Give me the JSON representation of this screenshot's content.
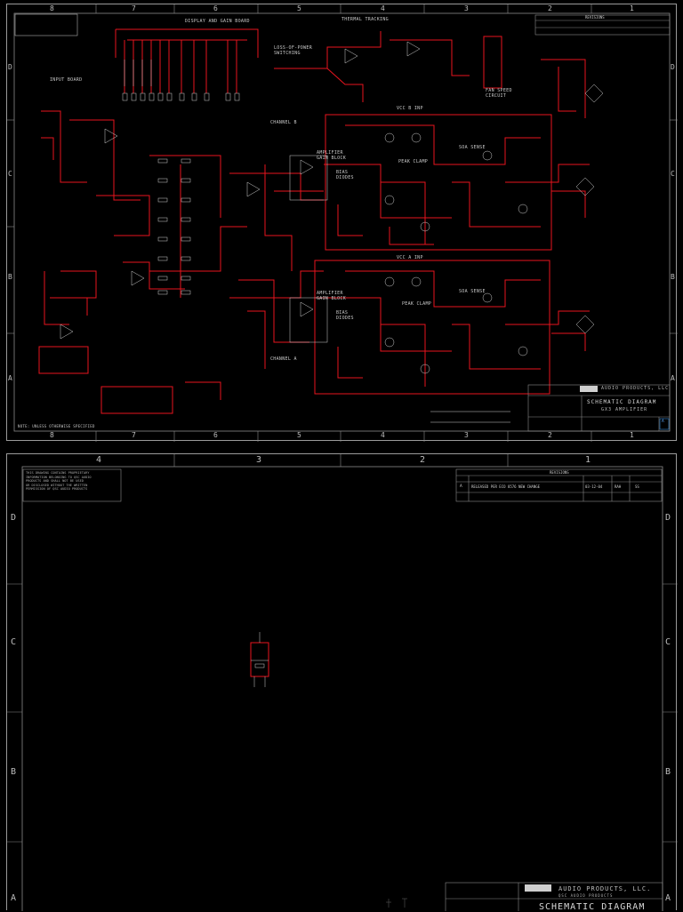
{
  "sheet1": {
    "col_labels": [
      "8",
      "7",
      "6",
      "5",
      "4",
      "3",
      "2",
      "1"
    ],
    "row_labels": [
      "D",
      "C",
      "B",
      "A"
    ],
    "sections": {
      "display_gain": "DISPLAY AND GAIN BOARD",
      "load_power": "LOSS-OF-POWER\nSWITCHING",
      "thermal": "THERMAL TRACKING",
      "input_board": "INPUT BOARD",
      "channel_b": "CHANNEL B",
      "channel_a": "CHANNEL A",
      "amp_gain_b": "AMPLIFIER\nGAIN BLOCK",
      "amp_gain_a": "AMPLIFIER\nGAIN BLOCK",
      "bias_b": "BIAS\nDIODES",
      "bias_a": "BIAS\nDIODES",
      "peak_clamp_b": "PEAK CLAMP",
      "peak_clamp_a": "PEAK CLAMP",
      "soa_b": "SOA SENSE",
      "soa_a": "SOA SENSE",
      "fan_speed": "FAN SPEED\nCIRCUIT",
      "vcc_b": "VCC B INP",
      "vcc_a": "VCC A INP",
      "footer_left": "NOTE: UNLESS OTHERWISE SPECIFIED"
    },
    "title_block": {
      "company": "AUDIO PRODUCTS, LLC",
      "title": "SCHEMATIC DIAGRAM",
      "subtitle": "GX3 AMPLIFIER",
      "rev": "A",
      "revisions_header": "REVISIONS"
    }
  },
  "sheet2": {
    "col_labels": [
      "4",
      "3",
      "2",
      "1"
    ],
    "row_labels": [
      "D",
      "C",
      "B",
      "A"
    ],
    "notes": "THIS DRAWING CONTAINS PROPRIETARY\nINFORMATION BELONGING TO QSC AUDIO\nPRODUCTS AND SHALL NOT BE USED\nOR DISCLOSED WITHOUT THE WRITTEN\nPERMISSION OF QSC AUDIO PRODUCTS",
    "revisions_header": "REVISIONS",
    "revision_row": {
      "rev": "A",
      "description": "RELEASED PER ECO 8576 NEW CHANGE",
      "date": "03-12-04",
      "by": "RAH",
      "appr": "SS"
    },
    "title_block": {
      "company": "AUDIO PRODUCTS, LLC.",
      "subtitle": "QSC AUDIO PRODUCTS",
      "title": "SCHEMATIC DIAGRAM"
    }
  }
}
